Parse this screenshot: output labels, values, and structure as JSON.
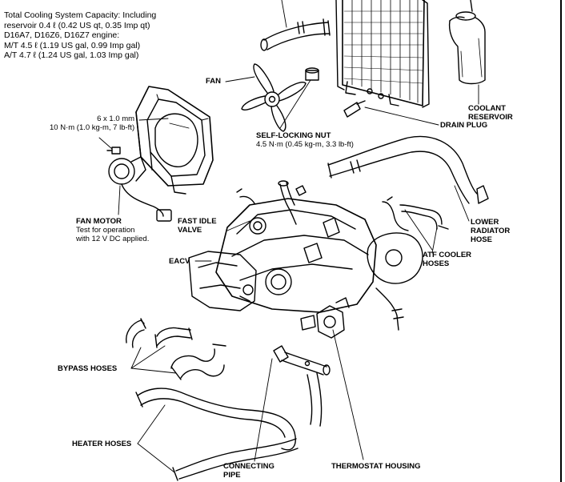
{
  "capacity": {
    "lines": [
      "Total Cooling System Capacity: Including",
      "reservoir 0.4 ℓ (0.42 US qt, 0.35 Imp qt)",
      "D16A7, D16Z6, D16Z7 engine:",
      "M/T 4.5 ℓ (1.19 US gal, 0.99 Imp gal)",
      "A/T 4.7 ℓ (1.24 US gal, 1.03 Imp gal)"
    ]
  },
  "labels": {
    "fan": "FAN",
    "bolt_size": "6 x 1.0 mm",
    "bolt_torque": "10 N·m (1.0 kg-m, 7 lb-ft)",
    "nut_name": "SELF-LOCKING NUT",
    "nut_torque": "4.5 N·m (0.45 kg-m, 3.3 lb-ft)",
    "coolant_reservoir_1": "COOLANT",
    "coolant_reservoir_2": "RESERVOIR",
    "drain_plug": "DRAIN PLUG",
    "fan_motor": "FAN MOTOR",
    "fan_motor_note_1": "Test for operation",
    "fan_motor_note_2": "with 12 V DC applied.",
    "fast_idle_1": "FAST IDLE",
    "fast_idle_2": "VALVE",
    "eacv": "EACV",
    "lower_hose_1": "LOWER",
    "lower_hose_2": "RADIATOR",
    "lower_hose_3": "HOSE",
    "atf_1": "ATF COOLER",
    "atf_2": "HOSES",
    "bypass_hoses": "BYPASS HOSES",
    "heater_hoses": "HEATER HOSES",
    "connecting_1": "CONNECTING",
    "connecting_2": "PIPE",
    "thermostat_housing": "THERMOSTAT HOUSING"
  }
}
